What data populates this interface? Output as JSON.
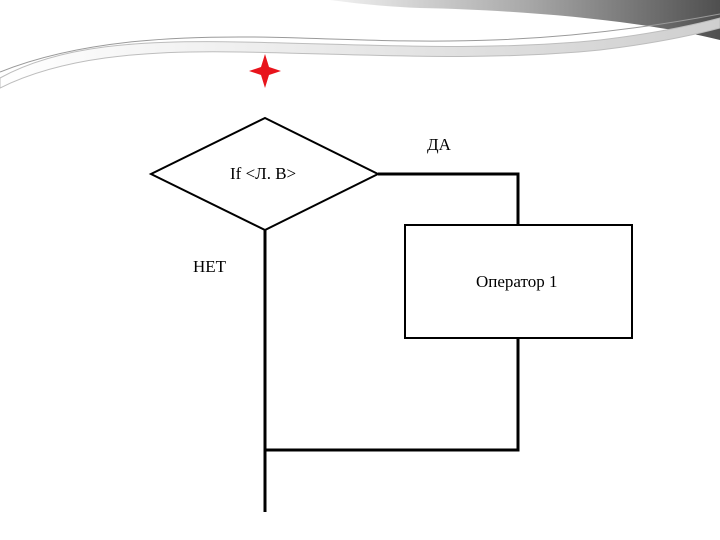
{
  "flowchart": {
    "condition_label": "If <Л. В>",
    "yes_label": "ДА",
    "no_label": "НЕТ",
    "operator_label": "Оператор 1"
  },
  "colors": {
    "line": "#000000",
    "marker": "#e8141c",
    "swoosh_dark": "#6b6b6b",
    "swoosh_light": "#d7d7d7"
  }
}
